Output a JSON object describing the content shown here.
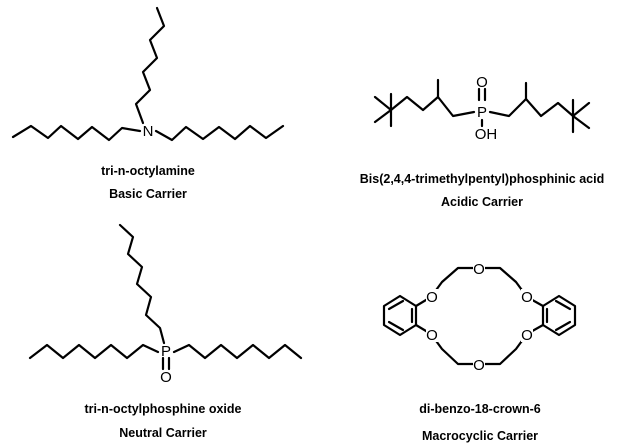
{
  "molecules": [
    {
      "name": "tri-n-octylamine",
      "class": "Basic Carrier",
      "atoms": [
        "N"
      ]
    },
    {
      "name": "Bis(2,4,4-trimethylpentyl)phosphinic acid",
      "class": "Acidic Carrier",
      "atoms": [
        "O",
        "P",
        "OH"
      ]
    },
    {
      "name": "tri-n-octylphosphine oxide",
      "class": "Neutral Carrier",
      "atoms": [
        "P",
        "O"
      ]
    },
    {
      "name": "di-benzo-18-crown-6",
      "class": "Macrocyclic Carrier",
      "atoms": [
        "O",
        "O",
        "O",
        "O",
        "O",
        "O"
      ]
    }
  ]
}
